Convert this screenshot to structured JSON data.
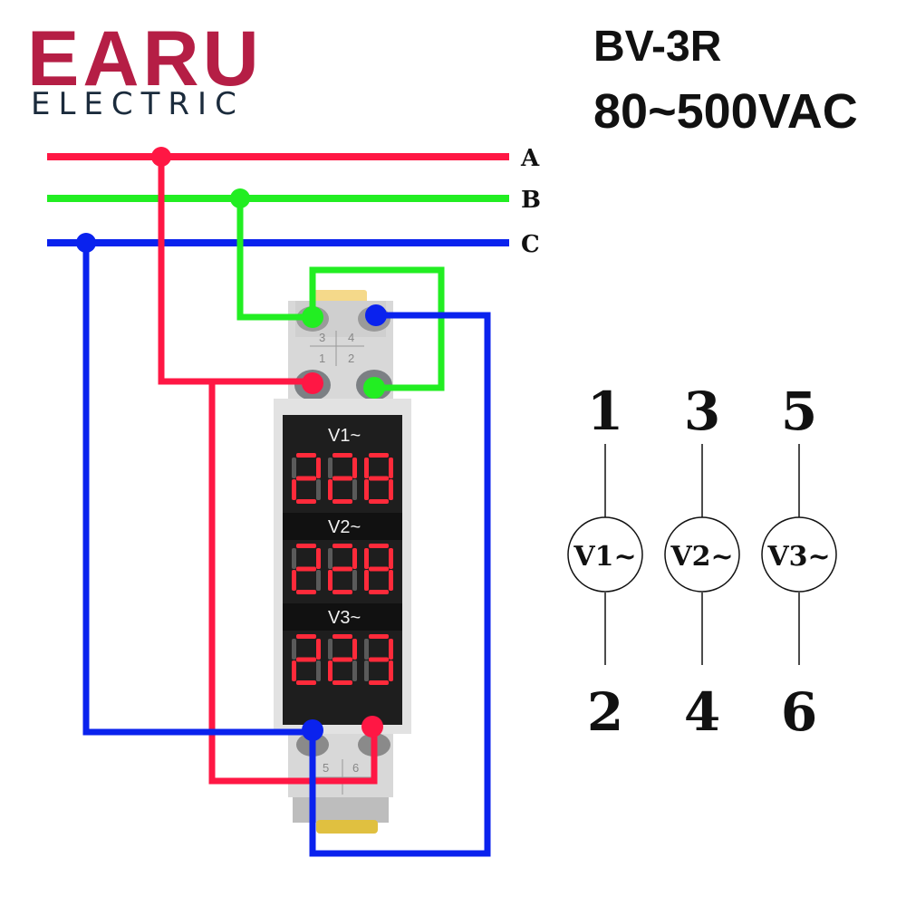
{
  "brand": {
    "name": "EARU",
    "subtitle": "ELECTRIC",
    "color": "#b51e45"
  },
  "product": {
    "model": "BV-3R",
    "voltage_range": "80~500VAC"
  },
  "phases": [
    {
      "label": "A",
      "color": "#ff1744"
    },
    {
      "label": "B",
      "color": "#22ee22"
    },
    {
      "label": "C",
      "color": "#0a22ee"
    }
  ],
  "device": {
    "top_terminals": {
      "upper": [
        "3",
        "4"
      ],
      "lower": [
        "1",
        "2"
      ]
    },
    "bottom_terminals": [
      "5",
      "6"
    ],
    "displays": [
      {
        "label": "V1~",
        "reading": "228"
      },
      {
        "label": "V2~",
        "reading": "228"
      },
      {
        "label": "V3~",
        "reading": "223"
      }
    ],
    "segment_color": "#ff2a3a"
  },
  "schematic": {
    "meters": [
      {
        "label": "V1~",
        "top_terminal": "1",
        "bottom_terminal": "2"
      },
      {
        "label": "V2~",
        "top_terminal": "3",
        "bottom_terminal": "4"
      },
      {
        "label": "V3~",
        "top_terminal": "5",
        "bottom_terminal": "6"
      }
    ]
  }
}
